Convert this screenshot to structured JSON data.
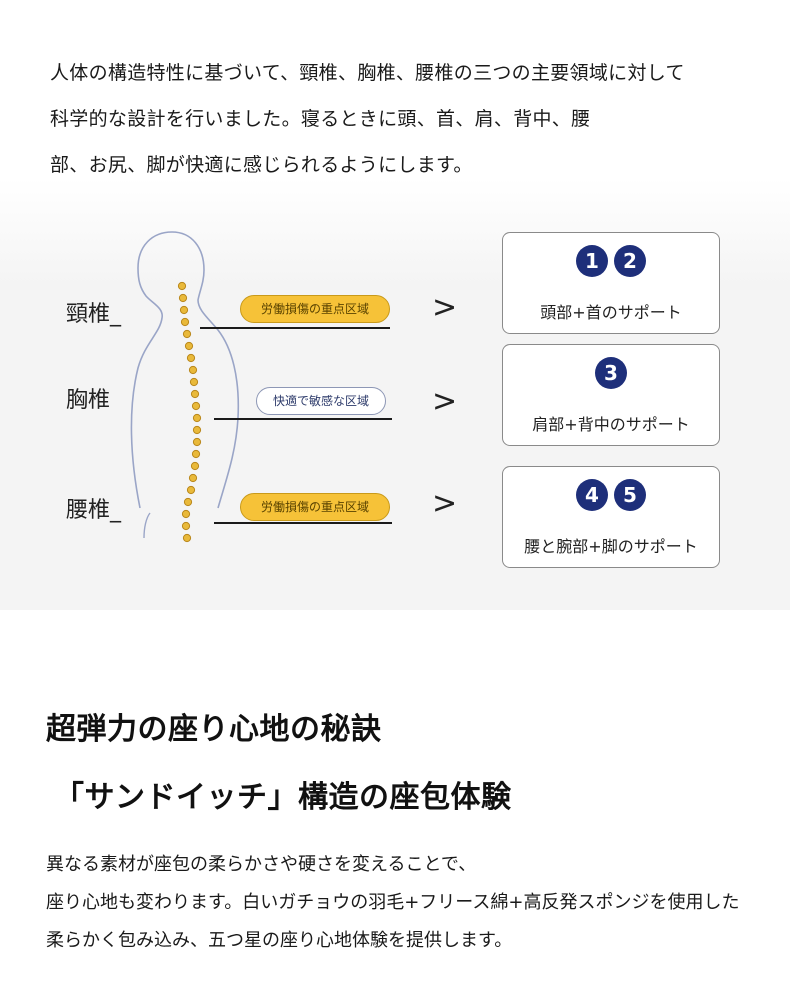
{
  "intro": {
    "lines": [
      "人体の構造特性に基づいて、頸椎、胸椎、腰椎の三つの主要領域に対して",
      "科学的な設計を行いました。寝るときに頭、首、肩、背中、腰",
      "部、お尻、脚が快適に感じられるようにします。"
    ]
  },
  "diagram": {
    "regions": [
      {
        "label": "頸椎_",
        "tag": "労働損傷の重点区域",
        "tag_style": "highlight"
      },
      {
        "label": "胸椎",
        "tag": "快適で敏感な区域",
        "tag_style": "outline"
      },
      {
        "label": "腰椎_",
        "tag": "労働損傷の重点区域",
        "tag_style": "highlight"
      }
    ],
    "chevron": ">",
    "cards": [
      {
        "numbers": [
          "1",
          "2"
        ],
        "text": "頭部+首のサポート"
      },
      {
        "numbers": [
          "3"
        ],
        "text": "肩部+背中のサポート"
      },
      {
        "numbers": [
          "4",
          "5"
        ],
        "text": "腰と腕部+脚のサポート"
      }
    ],
    "colors": {
      "number_badge": "#1e2f7a",
      "highlight_tag": "#f6c238",
      "spine_dot": "#e9b93a"
    }
  },
  "section": {
    "title1": "超弾力の座り心地の秘訣",
    "title2": "「サンドイッチ」構造の座包体験",
    "body": [
      "異なる素材が座包の柔らかさや硬さを変えることで、",
      "座り心地も変わります。白いガチョウの羽毛+フリース綿+高反発スポンジを使用した",
      "柔らかく包み込み、五つ星の座り心地体験を提供します。"
    ]
  }
}
